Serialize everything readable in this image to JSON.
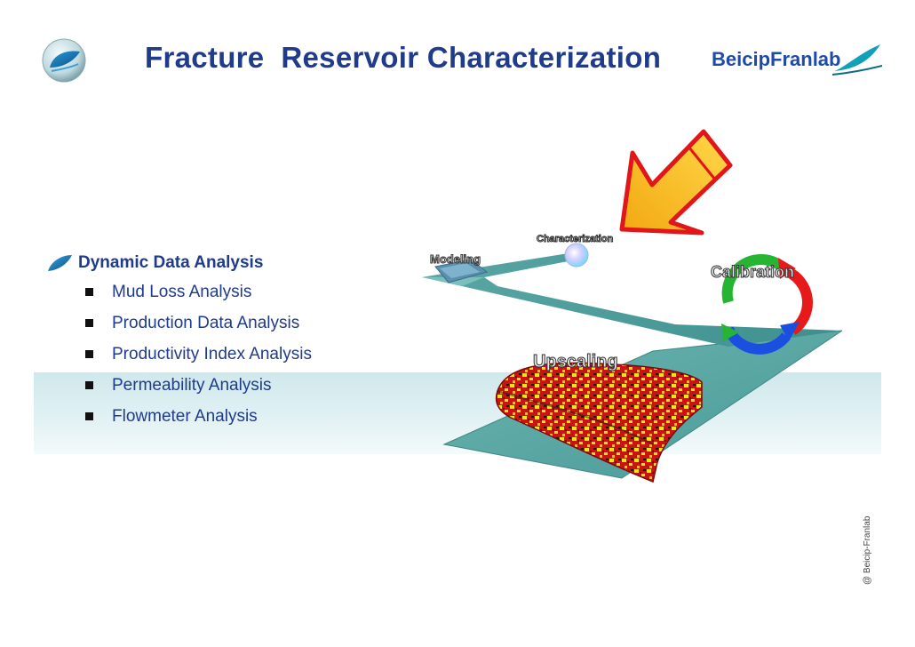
{
  "header": {
    "title": "Fracture  Reservoir Characterization",
    "brand": "BeicipFranlab"
  },
  "bullets": {
    "main": "Dynamic Data Analysis",
    "items": [
      "Mud Loss Analysis",
      "Production Data Analysis",
      "Productivity Index Analysis",
      "Permeability Analysis",
      "Flowmeter Analysis"
    ]
  },
  "diagram": {
    "characterization": "Characterization",
    "modeling": "Modeling",
    "calibration": "Calibration",
    "upscaling": "Upscaling"
  },
  "footer": {
    "copyright": "@ Beicip-Franlab"
  },
  "colors": {
    "title": "#1f3b8c",
    "band": "#d9eef1",
    "arrow_fill": "#f7c21a",
    "arrow_stroke": "#e0161b",
    "ribbon": "#4a9a9a"
  }
}
